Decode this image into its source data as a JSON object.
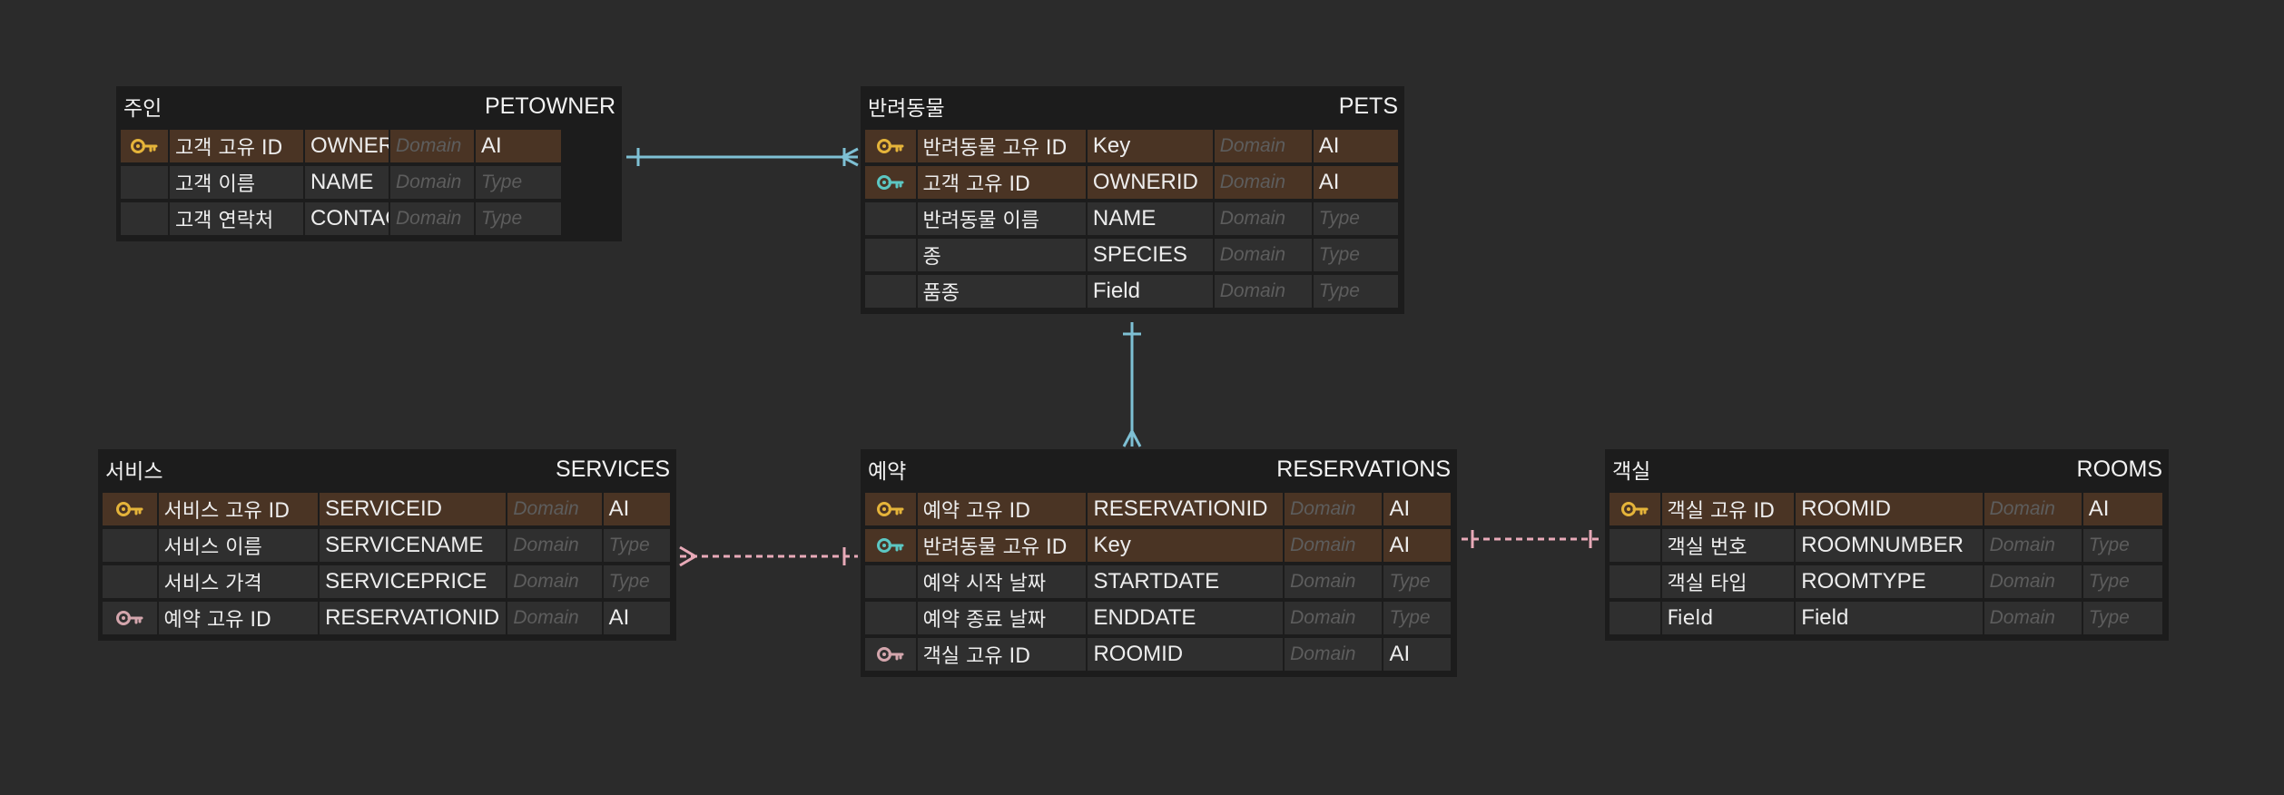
{
  "colors": {
    "background": "#2b2b2b",
    "table": "#1c1c1c",
    "cell": "#2f2f2f",
    "key_row": "#4a3424",
    "primary_key": "#e5b43a",
    "foreign_key_teal": "#5cc7c3",
    "foreign_key_pink": "#d4a6ad",
    "link_blue": "#7ec0d4",
    "link_pink": "#e8aab8"
  },
  "tables": {
    "petowner": {
      "title_ko": "주인",
      "title_en": "PETOWNER",
      "rows": [
        {
          "key": "primary",
          "label": "고객 고유 ID",
          "column": "OWNERID",
          "domain": "Domain",
          "type": "AI"
        },
        {
          "key": "",
          "label": "고객 이름",
          "column": "NAME",
          "domain": "Domain",
          "type": "Type"
        },
        {
          "key": "",
          "label": "고객 연락처",
          "column": "CONTACT",
          "domain": "Domain",
          "type": "Type"
        }
      ]
    },
    "pets": {
      "title_ko": "반려동물",
      "title_en": "PETS",
      "rows": [
        {
          "key": "primary",
          "label": "반려동물 고유 ID",
          "column": "Key",
          "domain": "Domain",
          "type": "AI"
        },
        {
          "key": "foreign-teal",
          "label": "고객 고유 ID",
          "column": "OWNERID",
          "domain": "Domain",
          "type": "AI"
        },
        {
          "key": "",
          "label": "반려동물 이름",
          "column": "NAME",
          "domain": "Domain",
          "type": "Type"
        },
        {
          "key": "",
          "label": "종",
          "column": "SPECIES",
          "domain": "Domain",
          "type": "Type"
        },
        {
          "key": "",
          "label": "품종",
          "column": "Field",
          "domain": "Domain",
          "type": "Type"
        }
      ]
    },
    "services": {
      "title_ko": "서비스",
      "title_en": "SERVICES",
      "rows": [
        {
          "key": "primary",
          "label": "서비스 고유 ID",
          "column": "SERVICEID",
          "domain": "Domain",
          "type": "AI"
        },
        {
          "key": "",
          "label": "서비스 이름",
          "column": "SERVICENAME",
          "domain": "Domain",
          "type": "Type"
        },
        {
          "key": "",
          "label": "서비스 가격",
          "column": "SERVICEPRICE",
          "domain": "Domain",
          "type": "Type"
        },
        {
          "key": "foreign-pink",
          "label": "예약 고유 ID",
          "column": "RESERVATIONID",
          "domain": "Domain",
          "type": "AI"
        }
      ]
    },
    "reservations": {
      "title_ko": "예약",
      "title_en": "RESERVATIONS",
      "rows": [
        {
          "key": "primary",
          "label": "예약 고유 ID",
          "column": "RESERVATIONID",
          "domain": "Domain",
          "type": "AI"
        },
        {
          "key": "foreign-teal",
          "label": "반려동물 고유 ID",
          "column": "Key",
          "domain": "Domain",
          "type": "AI"
        },
        {
          "key": "",
          "label": "예약 시작 날짜",
          "column": "STARTDATE",
          "domain": "Domain",
          "type": "Type"
        },
        {
          "key": "",
          "label": "예약 종료 날짜",
          "column": "ENDDATE",
          "domain": "Domain",
          "type": "Type"
        },
        {
          "key": "foreign-pink",
          "label": "객실 고유 ID",
          "column": "ROOMID",
          "domain": "Domain",
          "type": "AI"
        }
      ]
    },
    "rooms": {
      "title_ko": "객실",
      "title_en": "ROOMS",
      "rows": [
        {
          "key": "primary",
          "label": "객실 고유 ID",
          "column": "ROOMID",
          "domain": "Domain",
          "type": "AI"
        },
        {
          "key": "",
          "label": "객실 번호",
          "column": "ROOMNUMBER",
          "domain": "Domain",
          "type": "Type"
        },
        {
          "key": "",
          "label": "객실 타입",
          "column": "ROOMTYPE",
          "domain": "Domain",
          "type": "Type"
        },
        {
          "key": "",
          "label": "Field",
          "column": "Field",
          "domain": "Domain",
          "type": "Type"
        }
      ]
    }
  },
  "relationships": [
    {
      "from": "petowner",
      "to": "pets",
      "style": "solid",
      "color": "link_blue"
    },
    {
      "from": "pets",
      "to": "reservations",
      "style": "solid",
      "color": "link_blue"
    },
    {
      "from": "services",
      "to": "reservations",
      "style": "dashed",
      "color": "link_pink"
    },
    {
      "from": "reservations",
      "to": "rooms",
      "style": "dashed",
      "color": "link_pink"
    }
  ]
}
